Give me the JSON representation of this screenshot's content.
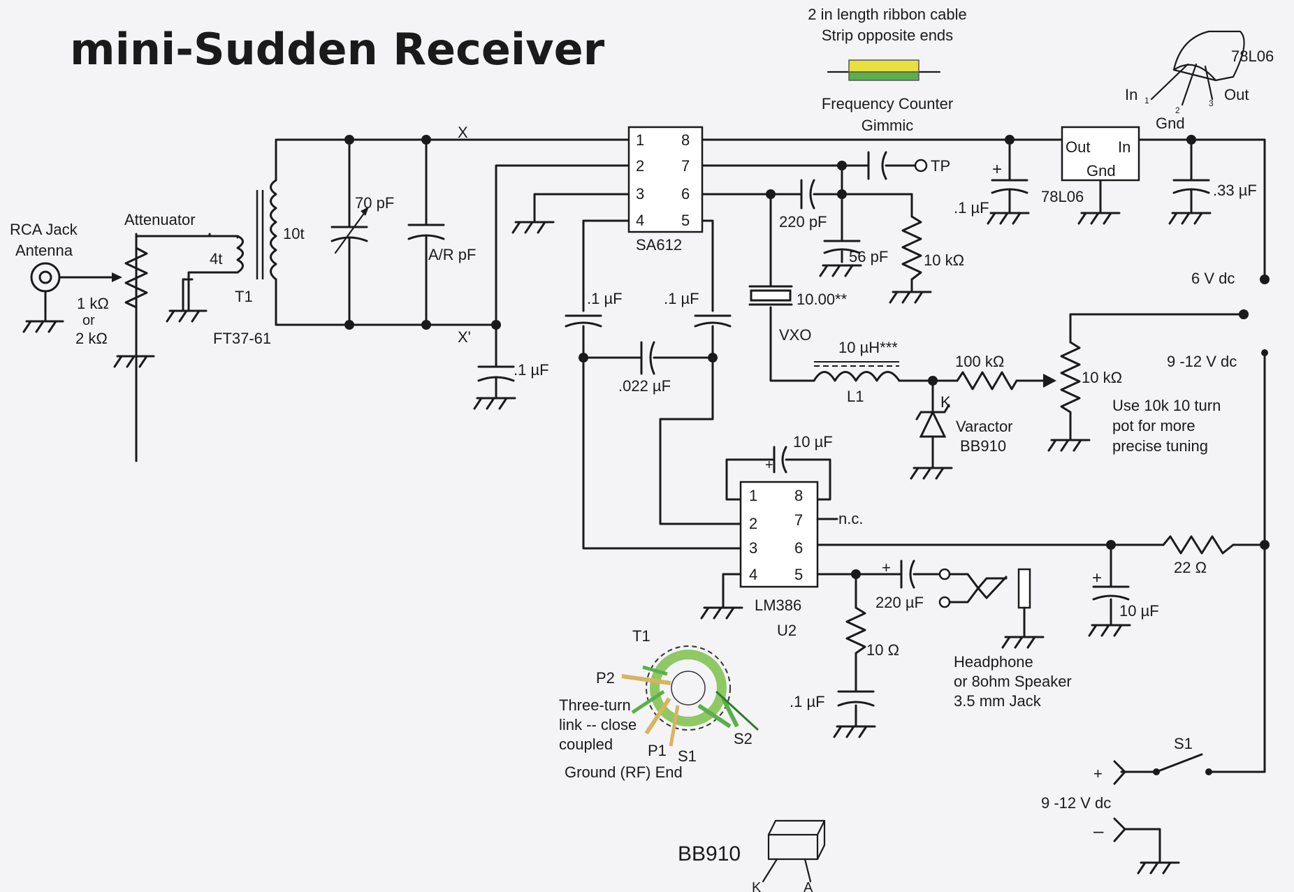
{
  "title": "mini-Sudden Receiver",
  "gimmick": {
    "line1": "2 in length ribbon cable",
    "line2": "Strip opposite ends",
    "line3": "Frequency Counter",
    "line4": "Gimmic"
  },
  "regulator": {
    "part": "78L06",
    "pin_in": "In",
    "pin_gnd": "Gnd",
    "pin_out": "Out",
    "pin1": "1",
    "pin2": "2",
    "pin3": "3",
    "box_out": "Out",
    "box_in": "In",
    "box_gnd": "Gnd",
    "box_label": "78L06",
    "cap_in": ".1 µF",
    "cap_out": ".33 µF"
  },
  "antenna": {
    "jack_line1": "RCA Jack",
    "jack_line2": "Antenna",
    "attenuator": "Attenuator",
    "pot_line1": "1 kΩ",
    "pot_line2": "or",
    "pot_line3": "2 kΩ"
  },
  "transformer": {
    "primary": "4t",
    "secondary": "10t",
    "ref": "T1",
    "core": "FT37-61"
  },
  "tank": {
    "trimmer": "70 pF",
    "ar_cap": "A/R pF",
    "node_x": "X",
    "node_x2": "X'",
    "bypass": ".1 µF"
  },
  "sa612": {
    "label": "SA612",
    "pins_left": [
      "1",
      "2",
      "3",
      "4"
    ],
    "pins_right": [
      "8",
      "7",
      "6",
      "5"
    ],
    "cap_a": ".1 µF",
    "cap_b": ".1 µF",
    "cap_c": ".022 µF"
  },
  "vxo": {
    "tp": "TP",
    "c220": "220 pF",
    "c56": "56 pF",
    "r10k": "10 kΩ",
    "crystal": "10.00**",
    "vxo": "VXO",
    "inductor": "10 µH***",
    "l1": "L1",
    "r100k": "100 kΩ",
    "pot": "10 kΩ",
    "k": "K",
    "varactor_line1": "Varactor",
    "varactor_line2": "BB910",
    "note_line1": "Use 10k 10 turn",
    "note_line2": "pot for more",
    "note_line3": "precise tuning"
  },
  "supply": {
    "v6": "6  V dc",
    "v912": "9 -12  V dc",
    "r22": "22 Ω",
    "c10": "10   µF",
    "s1": "S1",
    "plus": "+",
    "minus": "–",
    "jack_v": "9 -12  V dc"
  },
  "lm386": {
    "pins_left": [
      "1",
      "2",
      "3",
      "4"
    ],
    "pins_right": [
      "8",
      "7",
      "6",
      "5"
    ],
    "nc": "n.c.",
    "label": "LM386",
    "ref": "U2",
    "c10": "10 µF",
    "c220": "220 µF",
    "r10": "10 Ω",
    "c01": ".1 µF",
    "phone_line1": "Headphone",
    "phone_line2": "or 8ohm Speaker",
    "phone_line3": "3.5 mm Jack"
  },
  "toroid": {
    "t1": "T1",
    "p2": "P2",
    "p1": "P1",
    "s1": "S1",
    "s2": "S2",
    "note_line1": "Three-turn",
    "note_line2": "link -- close",
    "note_line3": "coupled",
    "ground": "Ground (RF) End"
  },
  "bb910": {
    "label": "BB910",
    "k": "K",
    "a": "A"
  },
  "colors": {
    "wire": "#1a1a1a",
    "ribbon_yellow": "#e8e040",
    "ribbon_green": "#5ab04a",
    "toroid_green": "#7cc04a",
    "toroid_gold": "#d8b460",
    "background": "#f4f4f6"
  }
}
